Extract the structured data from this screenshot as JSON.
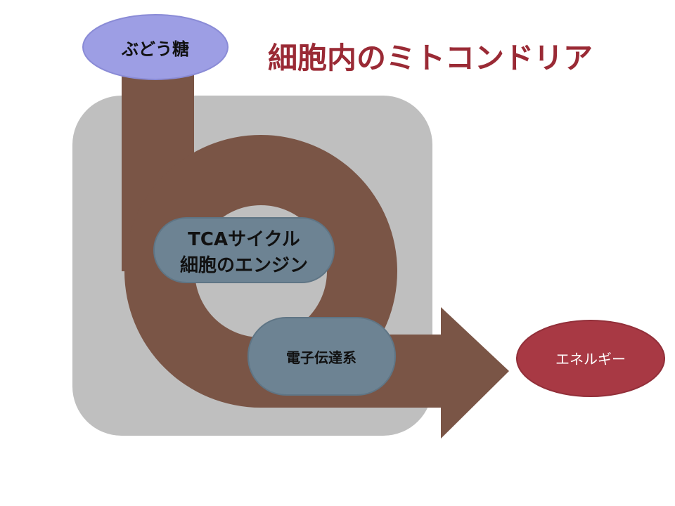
{
  "title": "細胞内のミトコンドリア",
  "glucose_label": "ぶどう糖",
  "tca": {
    "line1": "TCAサイクル",
    "line2": "細胞のエンジン"
  },
  "etc_label": "電子伝達系",
  "energy_label": "エネルギー",
  "colors": {
    "title": "#9a2a35",
    "mitochondria_box": "#bfbfbf",
    "flow_arrow": "#7a5546",
    "glucose_fill": "#9d9ee4",
    "glucose_stroke": "#8a8bd6",
    "process_fill": "#6d8393",
    "process_stroke": "#5f7585",
    "energy_fill": "#a83944",
    "energy_stroke": "#922f39",
    "dark_text": "#111111",
    "light_text": "#ffffff"
  }
}
